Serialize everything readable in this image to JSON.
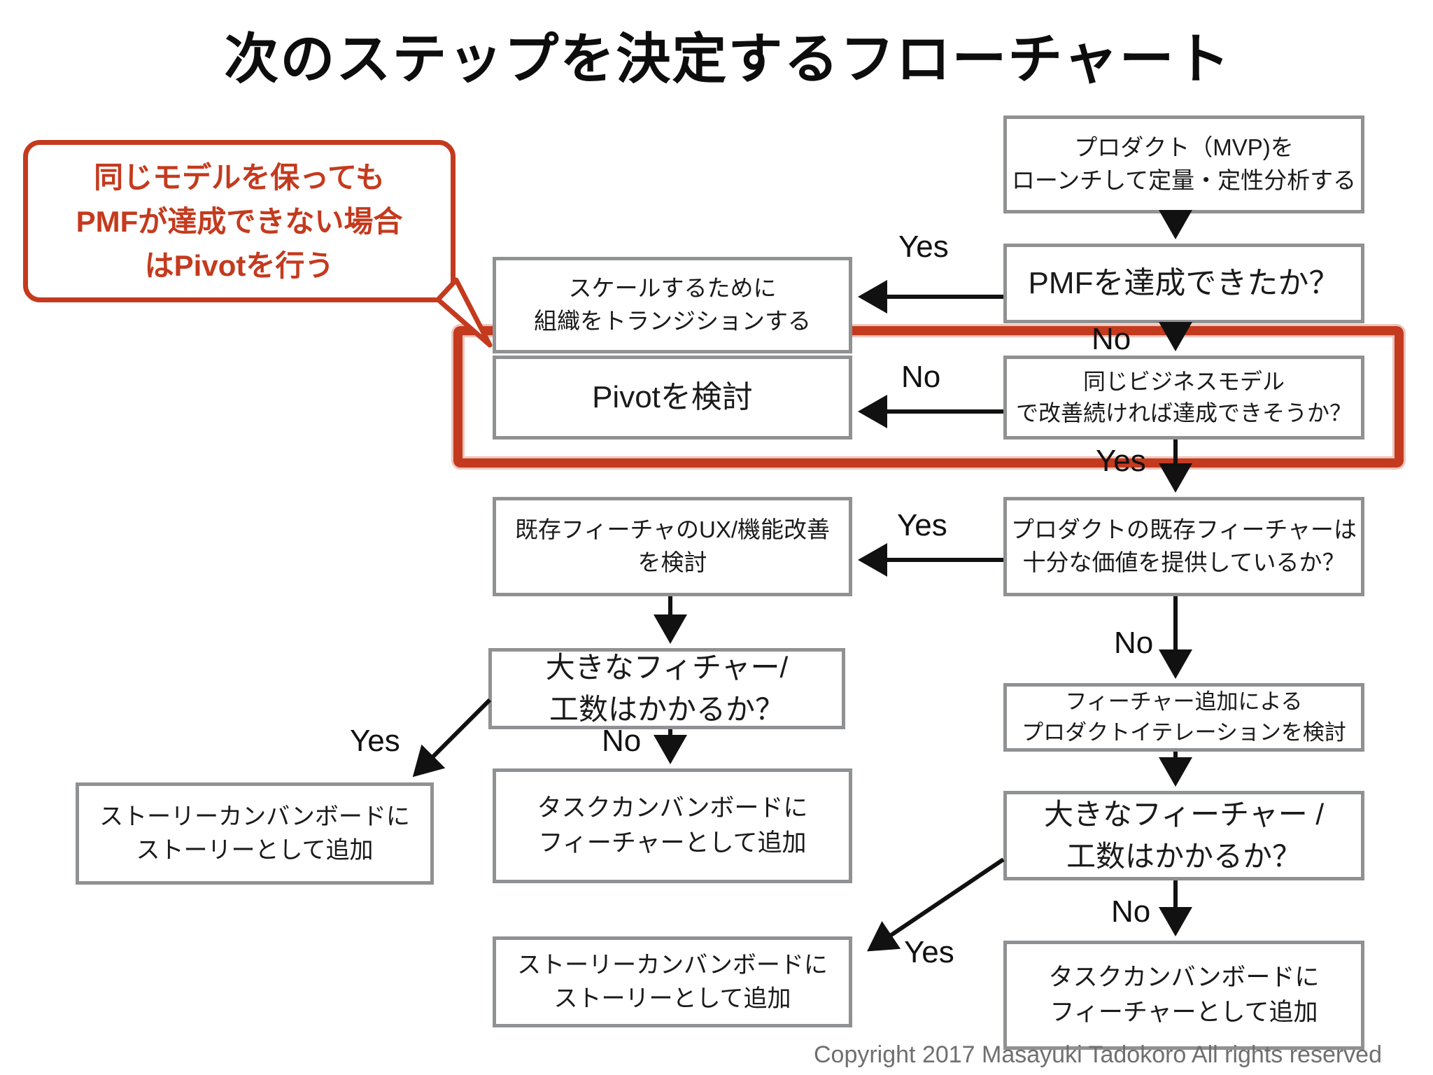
{
  "title": "次のステップを決定するフローチャート",
  "callout": {
    "line1": "同じモデルを保っても",
    "line2": "PMFが達成できない場合",
    "line3": "はPivotを行う"
  },
  "nodes": {
    "mvp": {
      "line1": "プロダクト（MVP)を",
      "line2": "ローンチして定量・定性分析する"
    },
    "pmf": {
      "text": "PMFを達成できたか？"
    },
    "scale": {
      "line1": "スケールするために",
      "line2": "組織をトランジションする"
    },
    "business": {
      "line1": "同じビジネスモデル",
      "line2": "で改善続ければ達成できそうか？"
    },
    "pivot": {
      "text": "Pivotを検討"
    },
    "value": {
      "line1": "プロダクトの既存フィーチャーは",
      "line2": "十分な価値を提供しているか？"
    },
    "ux": {
      "line1": "既存フィーチャのUX/機能改善",
      "line2": "を検討"
    },
    "iteration": {
      "line1": "フィーチャー追加による",
      "line2": "プロダクトイテレーションを検討"
    },
    "big_mid": {
      "line1": "大きなフィチャー/",
      "line2": "工数はかかるか？"
    },
    "big_right": {
      "line1": "大きなフィーチャー /",
      "line2": "工数はかかるか？"
    },
    "story_left": {
      "line1": "ストーリーカンバンボードに",
      "line2": "ストーリーとして追加"
    },
    "task_mid": {
      "line1": "タスクカンバンボードに",
      "line2": "フィーチャーとして追加"
    },
    "task_right": {
      "line1": "タスクカンバンボードに",
      "line2": "フィーチャーとして追加"
    },
    "story_bottom": {
      "line1": "ストーリーカンバンボードに",
      "line2": "ストーリーとして追加"
    }
  },
  "labels": {
    "yes_to_scale": "Yes",
    "no_below_pmf": "No",
    "no_to_pivot": "No",
    "yes_below_business": "Yes",
    "yes_to_ux": "Yes",
    "no_below_value": "No",
    "no_below_big_mid": "No",
    "yes_to_story_left": "Yes",
    "no_below_big_right": "No",
    "yes_to_story_bottom": "Yes"
  },
  "copyright": "Copyright 2017 Masayuki Tadokoro All rights reserved",
  "colors": {
    "accent_red": "#c43a1e",
    "box_border": "#8f9193",
    "arrow_black": "#111111",
    "copyright_gray": "#6f6f6f"
  }
}
